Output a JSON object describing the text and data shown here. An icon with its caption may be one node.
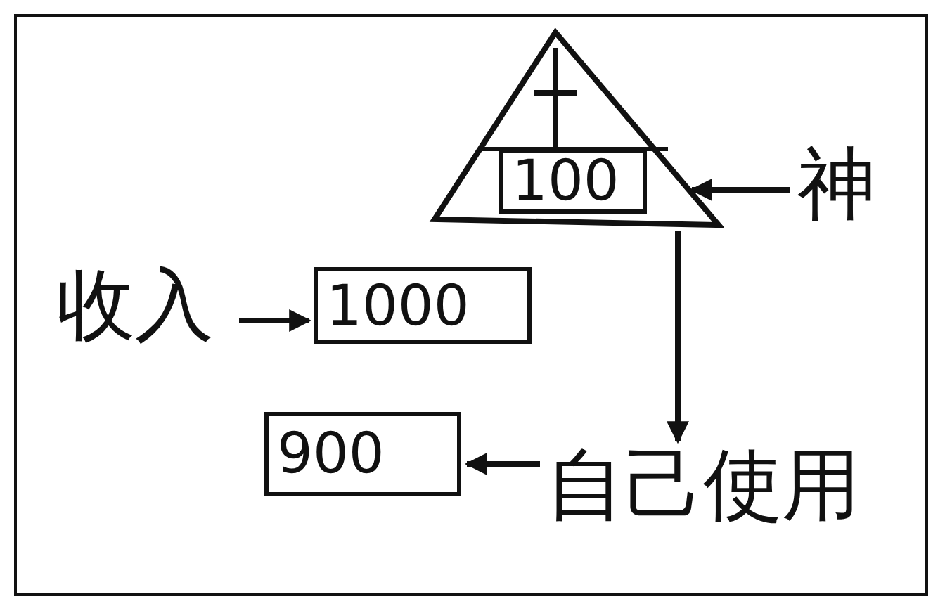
{
  "diagram": {
    "nodes": [
      {
        "text": [],
        "shape": "triangle"
      },
      {
        "text": [
          "100"
        ],
        "in": 0
      },
      {
        "text": [
          "神"
        ]
      },
      {
        "text": [
          "收入"
        ]
      },
      {
        "text": [
          "1000"
        ]
      },
      {
        "text": [
          "900"
        ]
      },
      {
        "text": [
          "自己使用"
        ]
      }
    ],
    "edges": [
      {
        "from": 2,
        "to": 0,
        "arrow": "to"
      },
      {
        "from": 3,
        "to": 4,
        "arrow": "to"
      },
      {
        "from": 6,
        "to": 5,
        "arrow": "to"
      },
      {
        "from": 0,
        "to": 6,
        "arrow": "to"
      }
    ]
  }
}
